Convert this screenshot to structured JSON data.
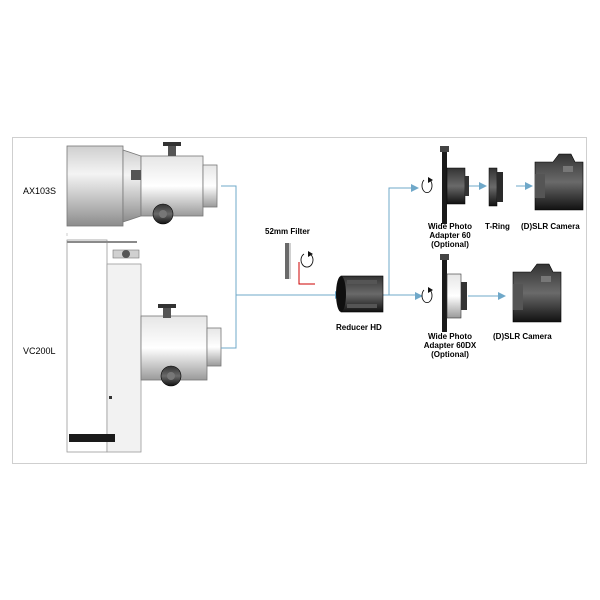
{
  "labels": {
    "ax103s": "AX103S",
    "vc200l": "VC200L",
    "filter": "52mm Filter",
    "reducer": "Reducer HD",
    "wpa60_l1": "Wide Photo",
    "wpa60_l2": "Adapter 60",
    "wpa60_l3": "(Optional)",
    "tring": "T-Ring",
    "camera_top": "(D)SLR Camera",
    "wpa60dx_l1": "Wide Photo",
    "wpa60dx_l2": "Adapter 60DX",
    "wpa60dx_l3": "(Optional)",
    "camera_bottom": "(D)SLR Camera"
  },
  "colors": {
    "connector": "#6fa8c9",
    "accent": "#cc0000",
    "metal": "#bdbdbd",
    "dark": "#1a1a1a"
  }
}
